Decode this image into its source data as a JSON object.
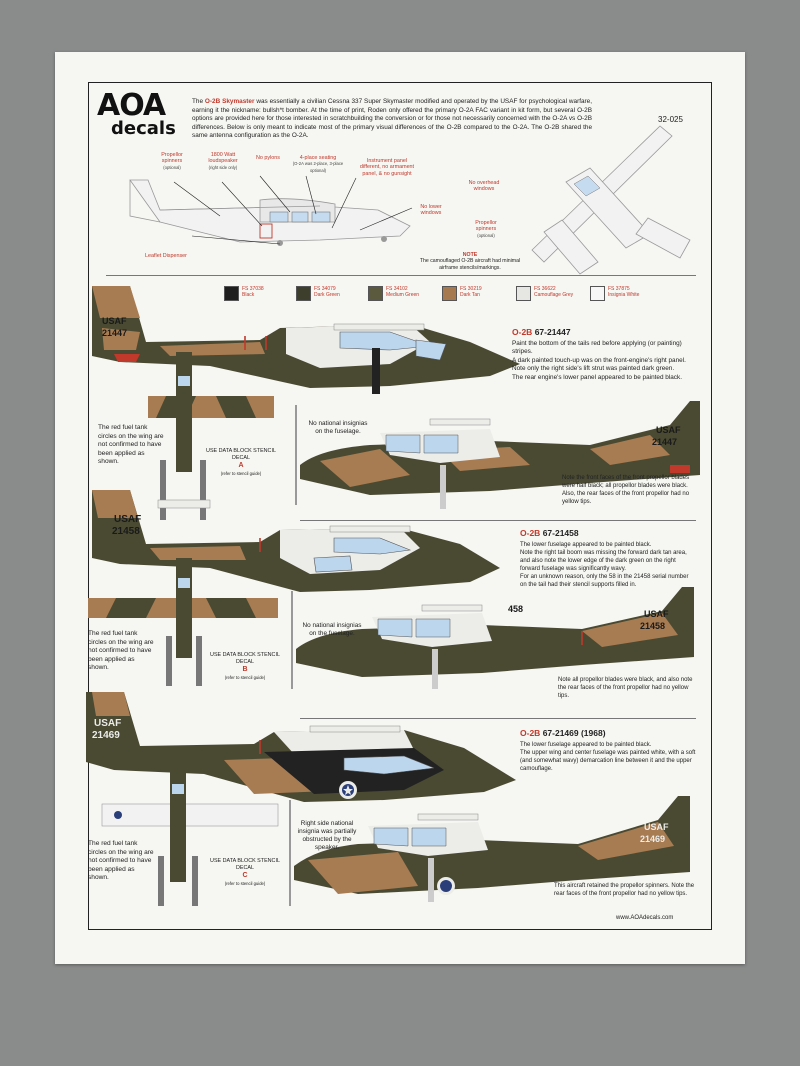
{
  "logo": {
    "top": "AOA",
    "bottom": "decals"
  },
  "code": "32-025",
  "intro": {
    "lead": "The ",
    "name": "O-2B Skymaster",
    "text": " was essentially a civilian Cessna 337 Super Skymaster modified and operated by the USAF for psychological warfare, earning it the nickname: bullsh*t bomber.  At the time of print, Roden only offered the primary O-2A FAC variant in kit form, but several O-2B options are provided here for those interested in scratchbuilding the conversion or for those not necessarily concerned with the O-2A vs O-2B differences.  Below is only meant to indicate most of the primary visual differences of the O-2B compared to the O-2A.  The O-2B shared the same antenna configuration as the O-2A."
  },
  "callouts": {
    "spinners_left": "Propellor spinners",
    "spinners_left_sub": "(optional)",
    "loudspeaker": "1800 Watt loudspeaker",
    "loudspeaker_sub": "(right side only)",
    "no_pylons": "No pylons",
    "seating": "4-place seating",
    "seating_sub": "(O-2A was 2-place, 3-place optional)",
    "panel": "Instrument panel different, no armament panel, & no gunsight",
    "no_lower": "No lower windows",
    "leaflet": "Leaflet Dispenser",
    "no_overhead": "No overhead windows",
    "spinners_right": "Propellor spinners",
    "spinners_right_sub": "(optional)"
  },
  "general_note": {
    "heading": "NOTE",
    "text": "The camouflaged O-2B aircraft had minimal airframe stencils/markings."
  },
  "swatches": [
    {
      "code": "FS 37038",
      "name": "Black",
      "color": "#1e1e1e"
    },
    {
      "code": "FS 34079",
      "name": "Dark Green",
      "color": "#3d3f2c"
    },
    {
      "code": "FS 34102",
      "name": "Medium Green",
      "color": "#5b5a3e"
    },
    {
      "code": "FS 30219",
      "name": "Dark Tan",
      "color": "#a6794f"
    },
    {
      "code": "FS 36622",
      "name": "Camouflage Grey",
      "color": "#e6e6e3"
    },
    {
      "code": "FS 37875",
      "name": "Insignia White",
      "color": "#f7f7f7"
    }
  ],
  "colors": {
    "green": "#4a4a33",
    "tan": "#a87c52",
    "grey": "#ecece9",
    "window": "#bcd6ee",
    "red": "#c0392b"
  },
  "sections": [
    {
      "type": "O-2B",
      "serial": "67-21447",
      "tail_top": "USAF",
      "tail_bottom": "21447",
      "notes": [
        "Paint the bottom of the tails red before applying (or painting) stripes.",
        "A dark painted touch-up was on the front-engine's right panel.",
        "Note only the right side's lift strut was painted dark green.",
        "The rear engine's lower panel appeared to be painted black."
      ],
      "wing_note": "The red fuel tank circles on the wing are not confirmed to have been applied as shown.",
      "stencil_title": "USE DATA BLOCK STENCIL DECAL",
      "stencil_letter": "A",
      "stencil_sub": "(refer to stencil guide)",
      "natl_note": "No national insignias on the fuselage.",
      "bottom_note": "Note the front faces of the front propellor blades were half black; all propellor blades were black.  Also, the rear faces of the front propellor had no yellow tips."
    },
    {
      "type": "O-2B",
      "serial": "67-21458",
      "tail_top": "USAF",
      "tail_bottom": "21458",
      "nose_number": "458",
      "notes": [
        "The lower fuselage appeared to be painted black.",
        "Note the right tail boom was missing the forward dark tan area, and also note the lower edge of the dark green on the right forward fuselage was significantly wavy.",
        "For an unknown reason, only the 58 in the 21458 serial number on the tail had their stencil supports filled in."
      ],
      "wing_note": "The red fuel tank circles on the wing are not confirmed to have been applied as shown.",
      "stencil_title": "USE DATA BLOCK STENCIL DECAL",
      "stencil_letter": "B",
      "stencil_sub": "(refer to stencil guide)",
      "natl_note": "No national insignias on the fuselage.",
      "bottom_note": "Note all propellor blades were black, and also note the rear faces of the front propellor had no yellow tips."
    },
    {
      "type": "O-2B",
      "serial": "67-21469 (1968)",
      "tail_top": "USAF",
      "tail_bottom": "21469",
      "notes": [
        "The lower fuselage appeared to be painted black.",
        "The upper wing and center fuselage was painted white, with a soft (and somewhat wavy) demarcation line between it and the upper camouflage."
      ],
      "wing_note": "The red fuel tank circles on the wing are not confirmed to have been applied as shown.",
      "stencil_title": "USE DATA BLOCK STENCIL DECAL",
      "stencil_letter": "C",
      "stencil_sub": "(refer to stencil guide)",
      "natl_note": "Right side national insignia was partially obstructed by the speaker.",
      "bottom_note": "This aircraft retained the propellor spinners.  Note the rear faces of the front propellor had no yellow tips."
    }
  ],
  "url": "www.AOAdecals.com"
}
